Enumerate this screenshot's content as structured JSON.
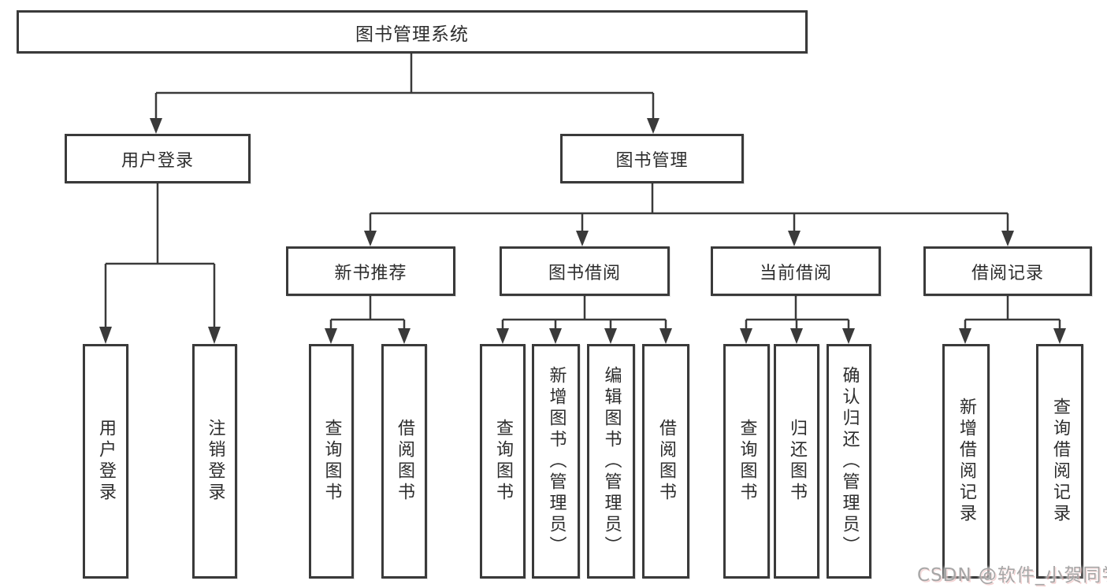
{
  "colors": {
    "line": "#3a3a3a",
    "box_border": "#3a3a3a",
    "text": "#2d2d2d",
    "background": "#ffffff",
    "watermark_text": "#a6a6a6",
    "watermark_shadow": "#d65d5d"
  },
  "tree": {
    "root": {
      "label": "图书管理系统",
      "children": [
        {
          "label": "用户登录",
          "children": [
            {
              "label": "用户登录"
            },
            {
              "label": "注销登录"
            }
          ]
        },
        {
          "label": "图书管理",
          "children": [
            {
              "label": "新书推荐",
              "children": [
                {
                  "label": "查询图书"
                },
                {
                  "label": "借阅图书"
                }
              ]
            },
            {
              "label": "图书借阅",
              "children": [
                {
                  "label": "查询图书"
                },
                {
                  "label": "新增图书（管理员）"
                },
                {
                  "label": "编辑图书（管理员）"
                },
                {
                  "label": "借阅图书"
                }
              ]
            },
            {
              "label": "当前借阅",
              "children": [
                {
                  "label": "查询图书"
                },
                {
                  "label": "归还图书"
                },
                {
                  "label": "确认归还（管理员）"
                }
              ]
            },
            {
              "label": "借阅记录",
              "children": [
                {
                  "label": "新增借阅记录"
                },
                {
                  "label": "查询借阅记录"
                }
              ]
            }
          ]
        }
      ]
    }
  },
  "watermark": {
    "text": "CSDN @软件_小贺同学"
  }
}
